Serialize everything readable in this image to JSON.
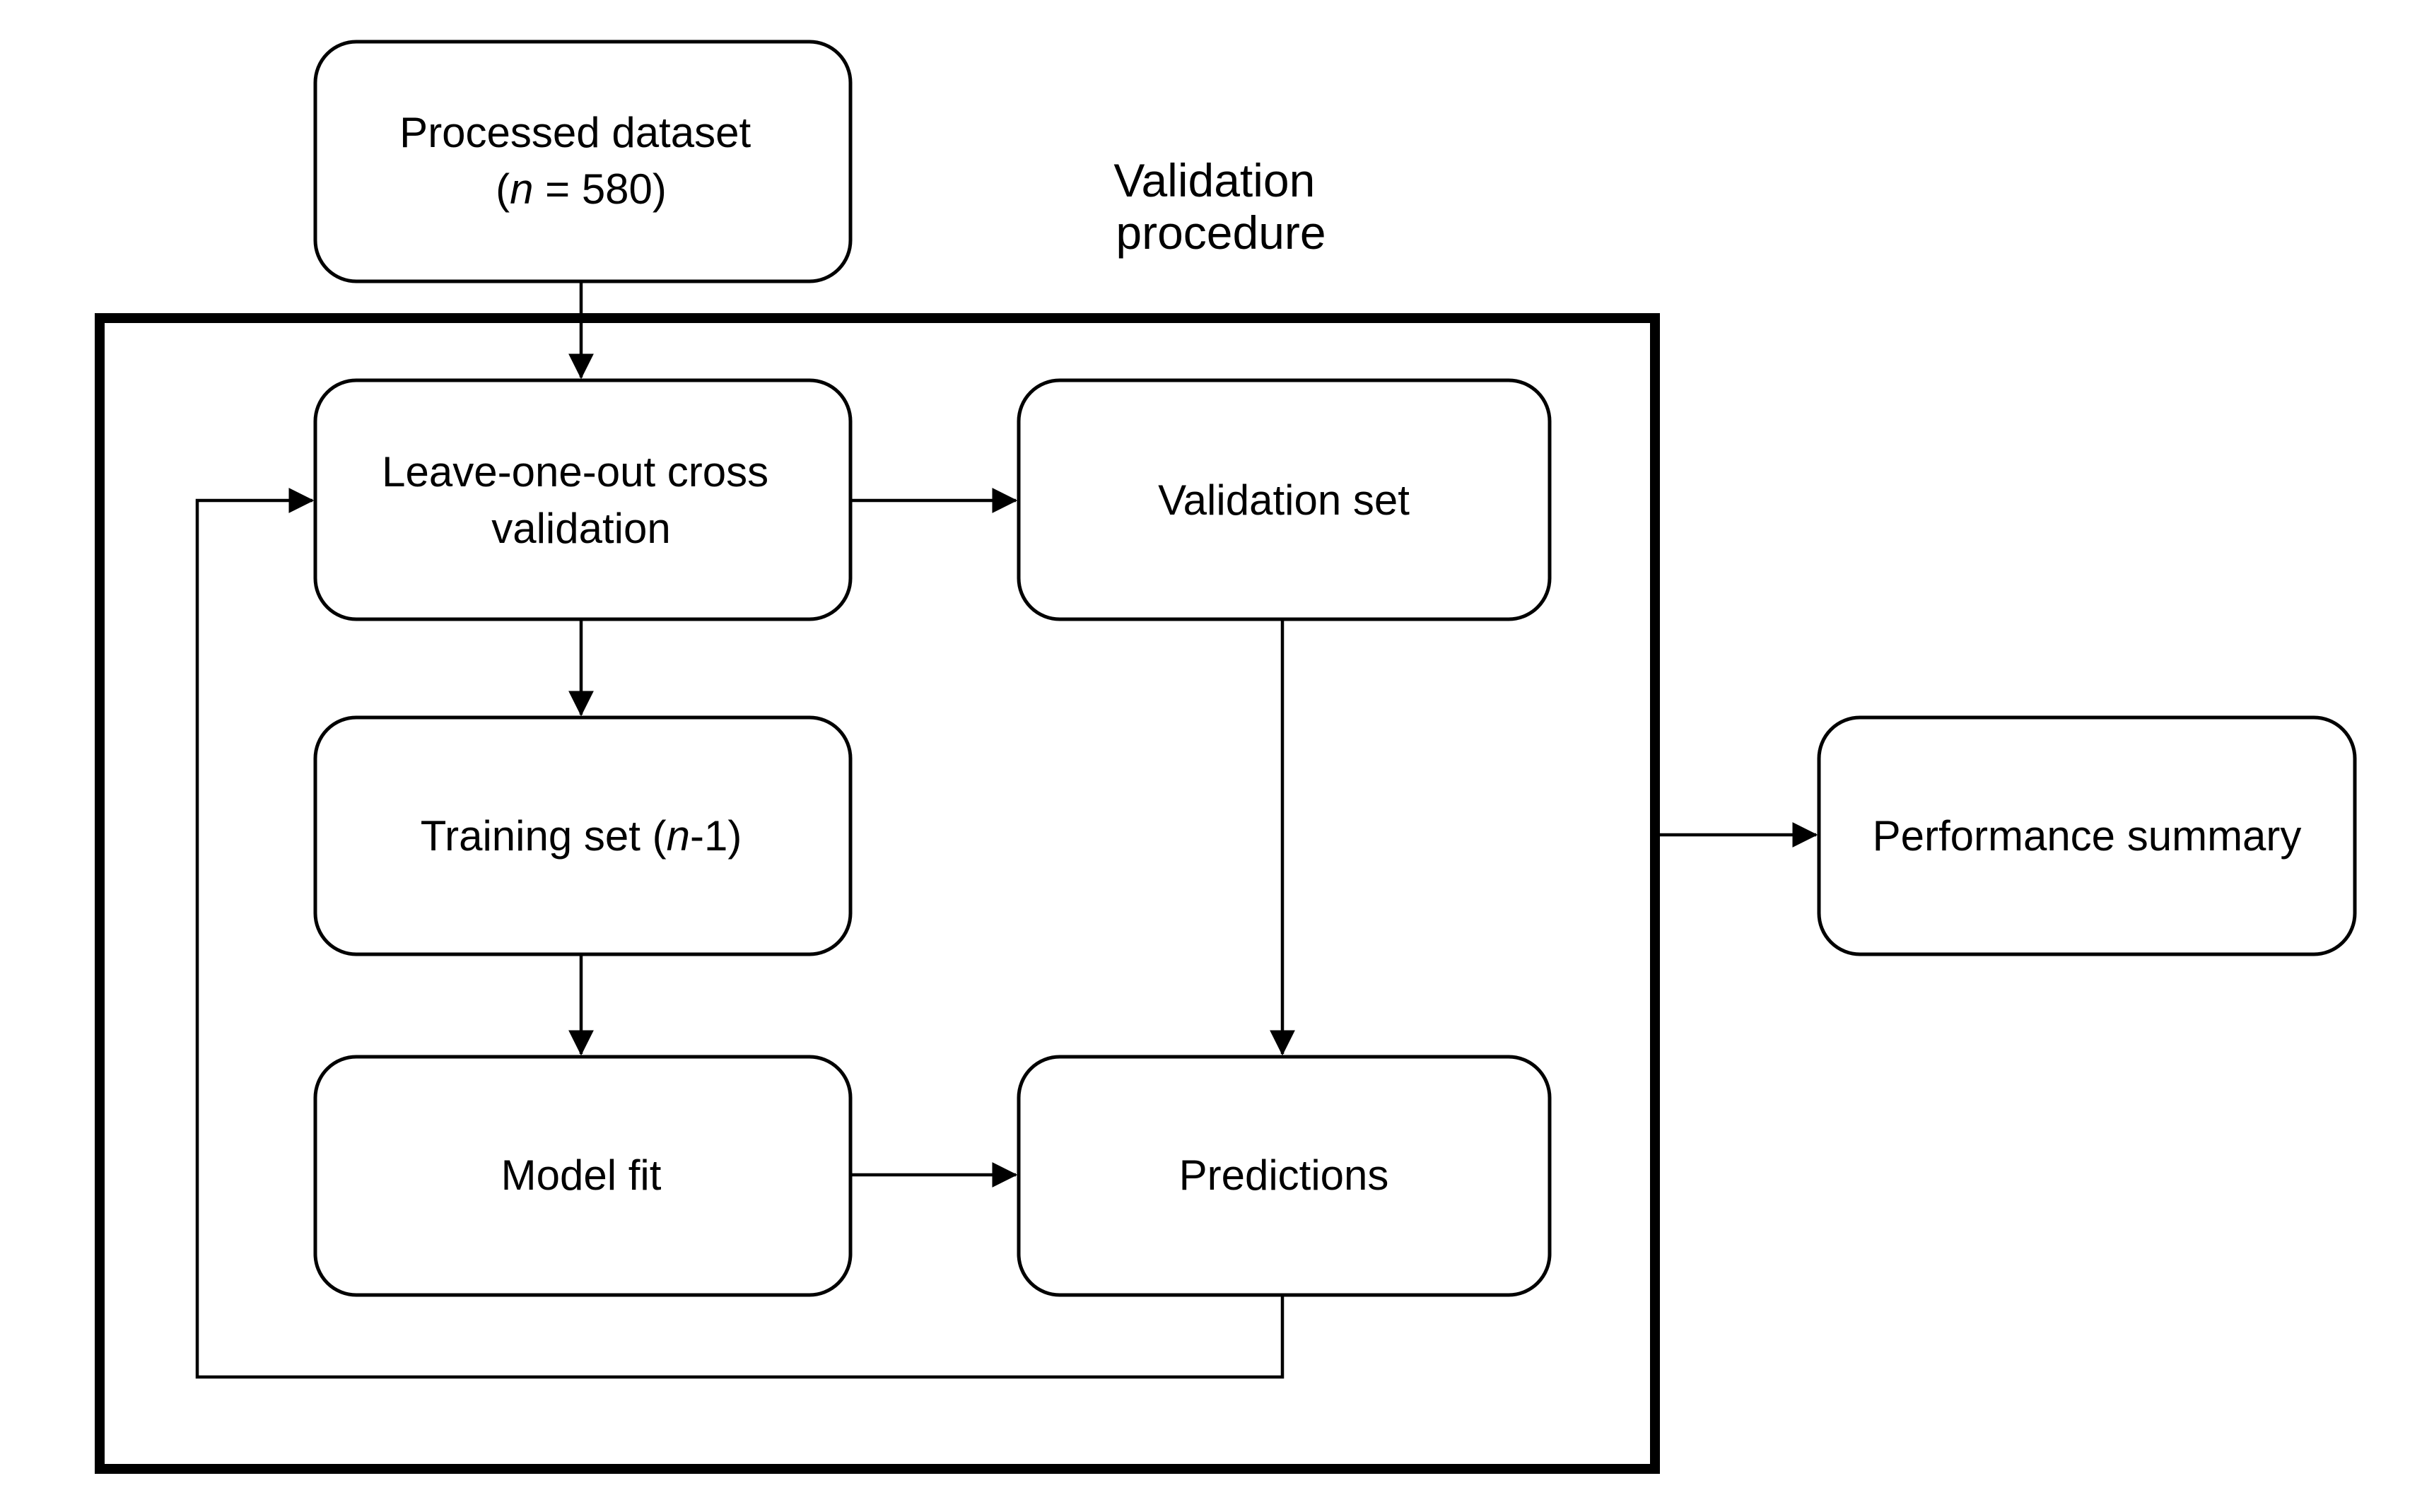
{
  "frame": {
    "title_line1": "Validation",
    "title_line2": "procedure"
  },
  "nodes": {
    "processed_dataset": {
      "line1": "Processed dataset",
      "line2_open": "(",
      "line2_italic": "n",
      "line2_rest": " = 580)"
    },
    "loocv": {
      "line1": "Leave-one-out cross",
      "line2": "validation"
    },
    "validation_set": {
      "label": "Validation set"
    },
    "training_set": {
      "prefix": "Training set (",
      "italic": "n",
      "suffix": "-1)"
    },
    "model_fit": {
      "label": "Model fit"
    },
    "predictions": {
      "label": "Predictions"
    },
    "performance_summary": {
      "label": "Performance summary"
    }
  },
  "colors": {
    "stroke": "#000000",
    "background": "#ffffff"
  }
}
